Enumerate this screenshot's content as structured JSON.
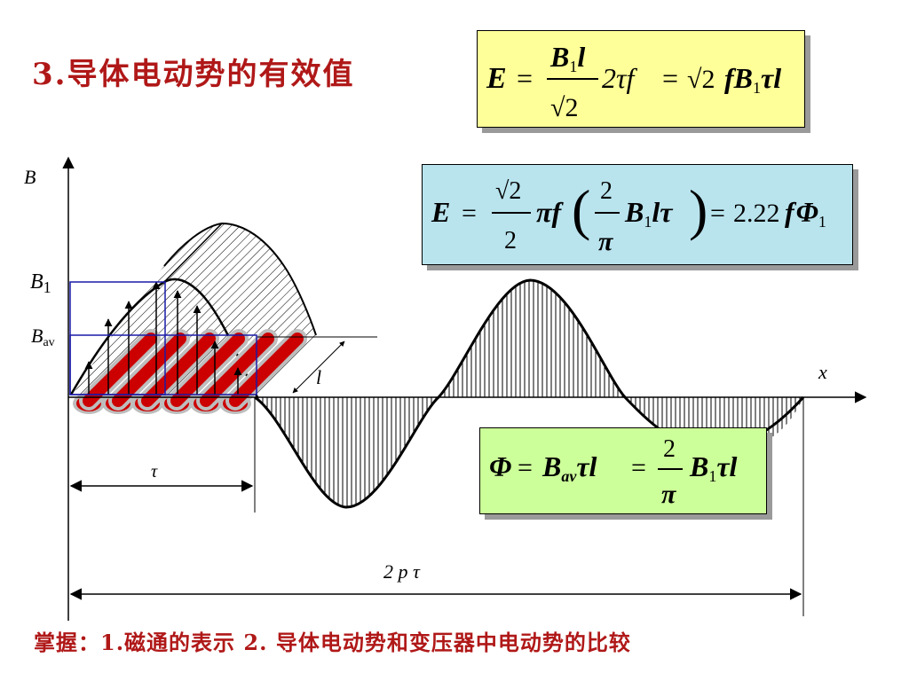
{
  "title": "3.导体电动势的有效值",
  "footer": "掌握：1.磁通的表示  2. 导体电动势和变压器中电动势的比较",
  "diagram": {
    "axis_labels": {
      "y": "B",
      "x": "x",
      "b1_main": "B",
      "b1_sub": "1",
      "bav_main": "B",
      "bav_sub": "av",
      "l": "l",
      "tau": "τ",
      "two_p_tau": "2 p τ"
    }
  },
  "formulas": {
    "emf_rms": {
      "lhs": "E",
      "eq": "=",
      "num": "B",
      "num_sub": "1",
      "num_l": "l",
      "den": "√2",
      "mid": "2τf",
      "rhs_sqrt": "√2",
      "rhs": "fB",
      "rhs_sub": "1",
      "rhs_tail": "τl"
    },
    "emf_flux": {
      "lhs": "E",
      "eq": "=",
      "frac1_num": "√2",
      "frac1_den": "2",
      "pif": "πf",
      "paren_l": "(",
      "frac2_num": "2",
      "frac2_den": "π",
      "b": "B",
      "b_sub": "1",
      "ltau": "lτ",
      "paren_r": ")",
      "eq2": "=",
      "const": "2.22",
      "f": "f",
      "phi": "Φ",
      "phi_sub": "1"
    },
    "flux": {
      "phi": "Φ",
      "eq": "=",
      "b": "B",
      "b_sub": "av",
      "taul": "τl",
      "eq2": "=",
      "num": "2",
      "den": "π",
      "b1": "B",
      "b1_sub": "1",
      "taul2": "τl"
    }
  }
}
